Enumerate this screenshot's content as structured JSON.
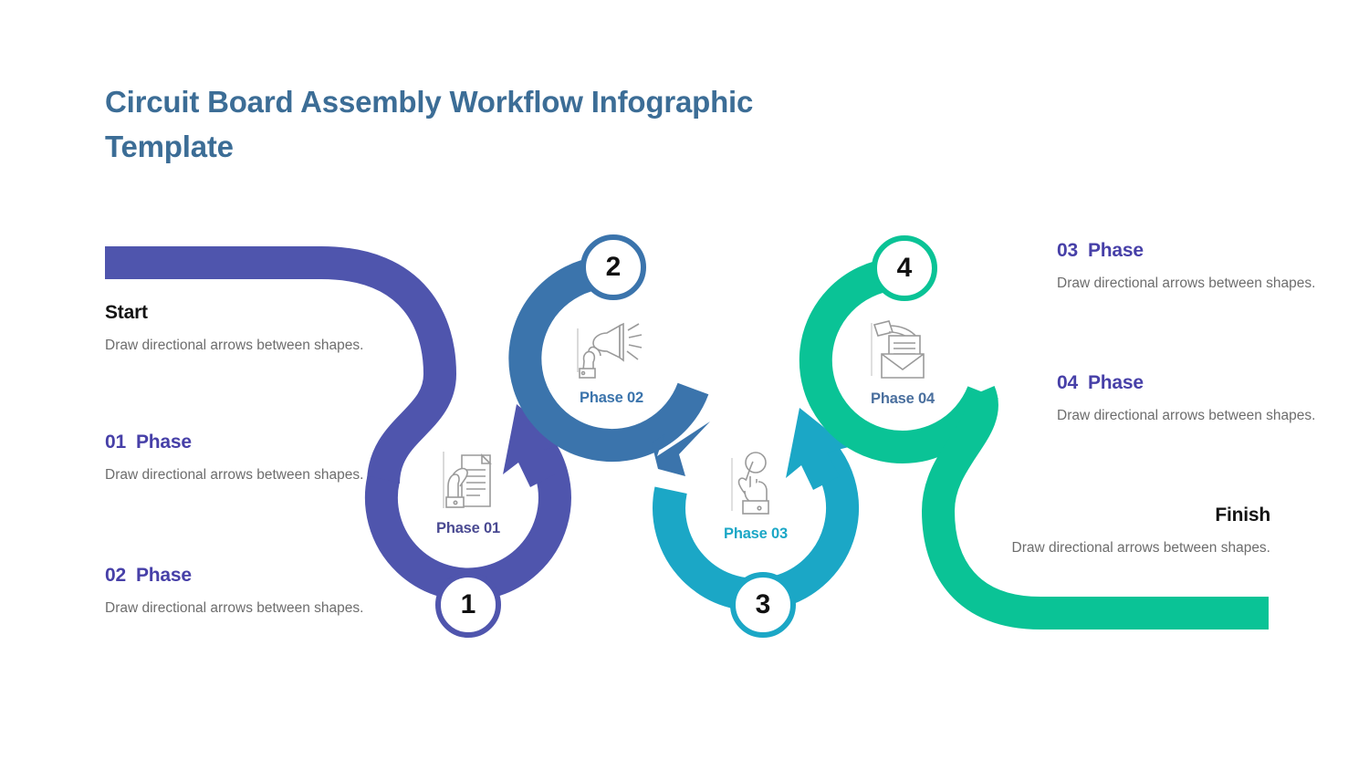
{
  "page": {
    "title": "Circuit Board Assembly Workflow Infographic Template",
    "background": "#ffffff"
  },
  "colors": {
    "title": "#3c6d96",
    "indigo": "#4f55ad",
    "indigo_text": "#4740a8",
    "steel_blue": "#3b74ac",
    "cyan": "#1ba7c6",
    "green": "#0ac396",
    "body_text": "#6d6d6d",
    "heading_dark": "#141414",
    "phase04_label": "#4a6f9e",
    "icon_line": "#9a9a9a"
  },
  "left_column": [
    {
      "name": "start",
      "number": "",
      "heading": "Start",
      "body": "Draw directional arrows between shapes.",
      "heading_color": "#141414"
    },
    {
      "name": "phase-01",
      "number": "01",
      "heading": "Phase",
      "body": "Draw directional arrows between shapes.",
      "heading_color": "#4740a8"
    },
    {
      "name": "phase-02",
      "number": "02",
      "heading": "Phase",
      "body": "Draw directional arrows between shapes.",
      "heading_color": "#4740a8"
    }
  ],
  "right_column": [
    {
      "name": "phase-03",
      "number": "03",
      "heading": "Phase",
      "body": "Draw directional arrows between shapes.",
      "heading_color": "#4740a8"
    },
    {
      "name": "phase-04",
      "number": "04",
      "heading": "Phase",
      "body": "Draw directional arrows between shapes.",
      "heading_color": "#4740a8"
    },
    {
      "name": "finish",
      "number": "",
      "heading": "Finish",
      "body": "Draw directional arrows between shapes.",
      "heading_color": "#141414"
    }
  ],
  "steps": [
    {
      "badge": "1",
      "label": "Phase 01",
      "label_color": "#4a4a92",
      "ring_color": "#4f55ad",
      "icon": "hand-document-icon",
      "badge_position": "bottom"
    },
    {
      "badge": "2",
      "label": "Phase 02",
      "label_color": "#3b74ac",
      "ring_color": "#3b74ac",
      "icon": "hand-megaphone-icon",
      "badge_position": "top"
    },
    {
      "badge": "3",
      "label": "Phase 03",
      "label_color": "#1ba7c6",
      "ring_color": "#1ba7c6",
      "icon": "hand-pointer-click-icon",
      "badge_position": "bottom"
    },
    {
      "badge": "4",
      "label": "Phase 04",
      "label_color": "#4a6f9e",
      "ring_color": "#0ac396",
      "icon": "hand-envelope-letter-icon",
      "badge_position": "top"
    }
  ],
  "connectors": {
    "start_bar_color": "#4f55ad",
    "finish_bar_color": "#0ac396",
    "arrow_1_to_2_color": "#4f55ad",
    "arrow_2_to_3_color": "#3b74ac",
    "arrow_3_to_4_color": "#1ba7c6"
  }
}
